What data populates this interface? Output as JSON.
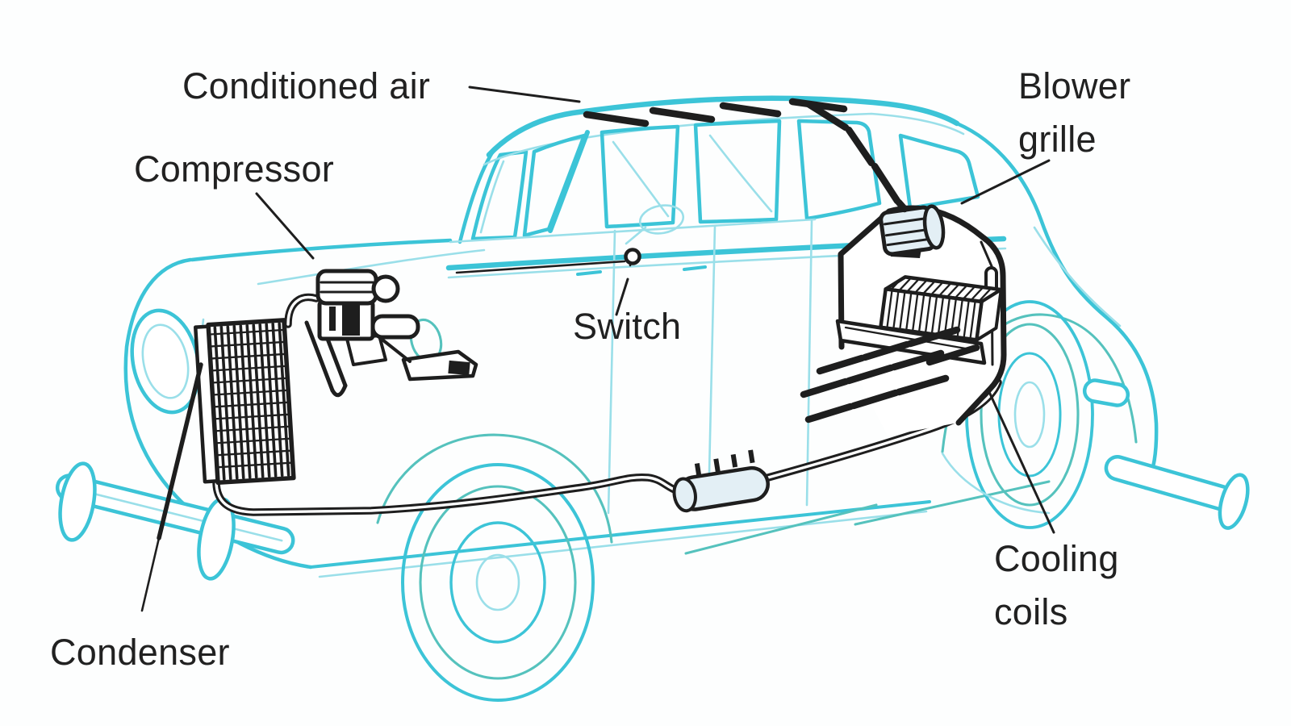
{
  "diagram": {
    "labels": {
      "conditioned_air": "Conditioned air",
      "compressor": "Compressor",
      "blower_grille": "Blower\ngrille",
      "switch": "Switch",
      "condenser": "Condenser",
      "cooling_coils": "Cooling\ncoils"
    },
    "colors": {
      "car_outline": "#3cc4d7",
      "car_outline_light": "#9adfe9",
      "car_outline_soft": "#55c2bd",
      "component_ink": "#1e1e1e",
      "cylinder_fill": "#e3eff5",
      "background": "#fdfefe",
      "label_text": "#212121"
    }
  }
}
